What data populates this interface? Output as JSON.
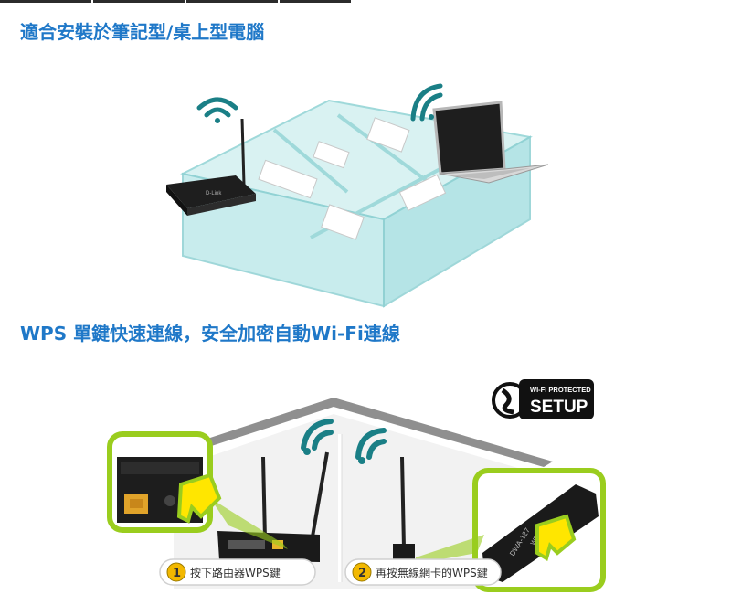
{
  "heading_install": "適合安裝於筆記型/桌上型電腦",
  "heading_wps": "WPS 單鍵快速連線，安全加密自動Wi-Fi連線",
  "logo": {
    "line1": "WI-FI PROTECTED",
    "line2": "SETUP"
  },
  "router_label": "D-Link",
  "adapter_label": "DWA-127",
  "adapter_button": "WPS",
  "step1": {
    "number": "1",
    "text": "按下路由器WPS鍵"
  },
  "step2": {
    "number": "2",
    "text": "再按無線網卡的WPS鍵"
  },
  "colors": {
    "heading": "#1f78c8",
    "accent_green": "#9acd1e",
    "wifi_teal": "#1a7f86",
    "room_glass": "#bfe9ea"
  },
  "icons": [
    "wifi-signal-icon",
    "wps-logo-icon",
    "press-arrow-icon"
  ]
}
